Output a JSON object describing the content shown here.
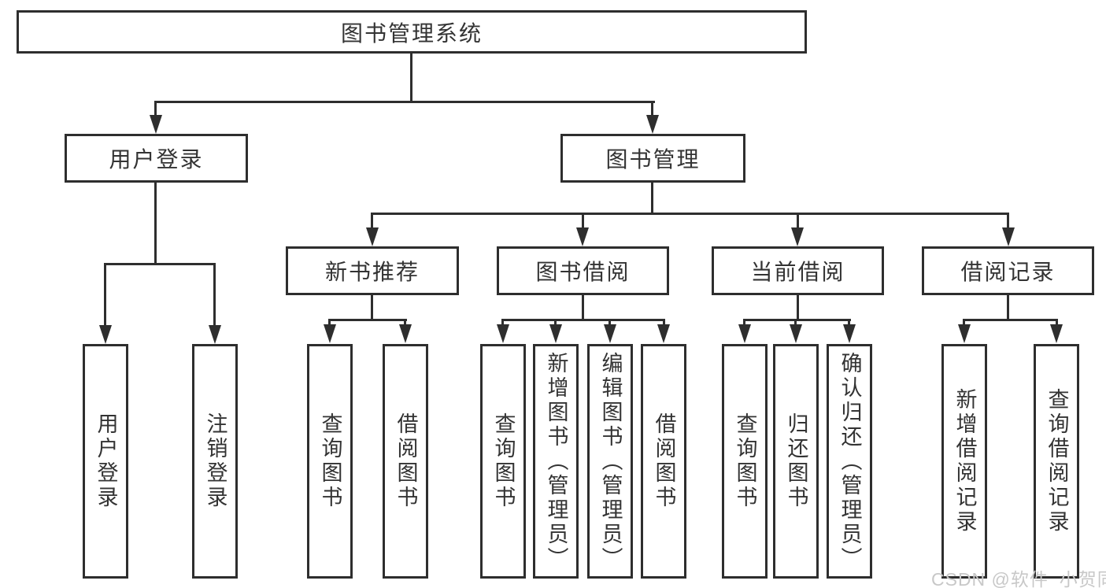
{
  "diagram": {
    "root": "图书管理系统",
    "level2": [
      {
        "id": "user-login",
        "label": "用户登录",
        "leaves": [
          "用户登录",
          "注销登录"
        ]
      },
      {
        "id": "book-management",
        "label": "图书管理",
        "groups": [
          {
            "label": "新书推荐",
            "leaves": [
              "查询图书",
              "借阅图书"
            ]
          },
          {
            "label": "图书借阅",
            "leaves": [
              "查询图书",
              "新增图书（管理员）",
              "编辑图书（管理员）",
              "借阅图书"
            ]
          },
          {
            "label": "当前借阅",
            "leaves": [
              "查询图书",
              "归还图书",
              "确认归还（管理员）"
            ]
          },
          {
            "label": "借阅记录",
            "leaves": [
              "新增借阅记录",
              "查询借阅记录"
            ]
          }
        ]
      }
    ]
  },
  "watermark": {
    "text": "CSDN @软件_小贺同学"
  },
  "colors": {
    "line": "#2e2e2e",
    "text": "#333333",
    "background": "#ffffff",
    "watermark": "#c8c8c8"
  }
}
